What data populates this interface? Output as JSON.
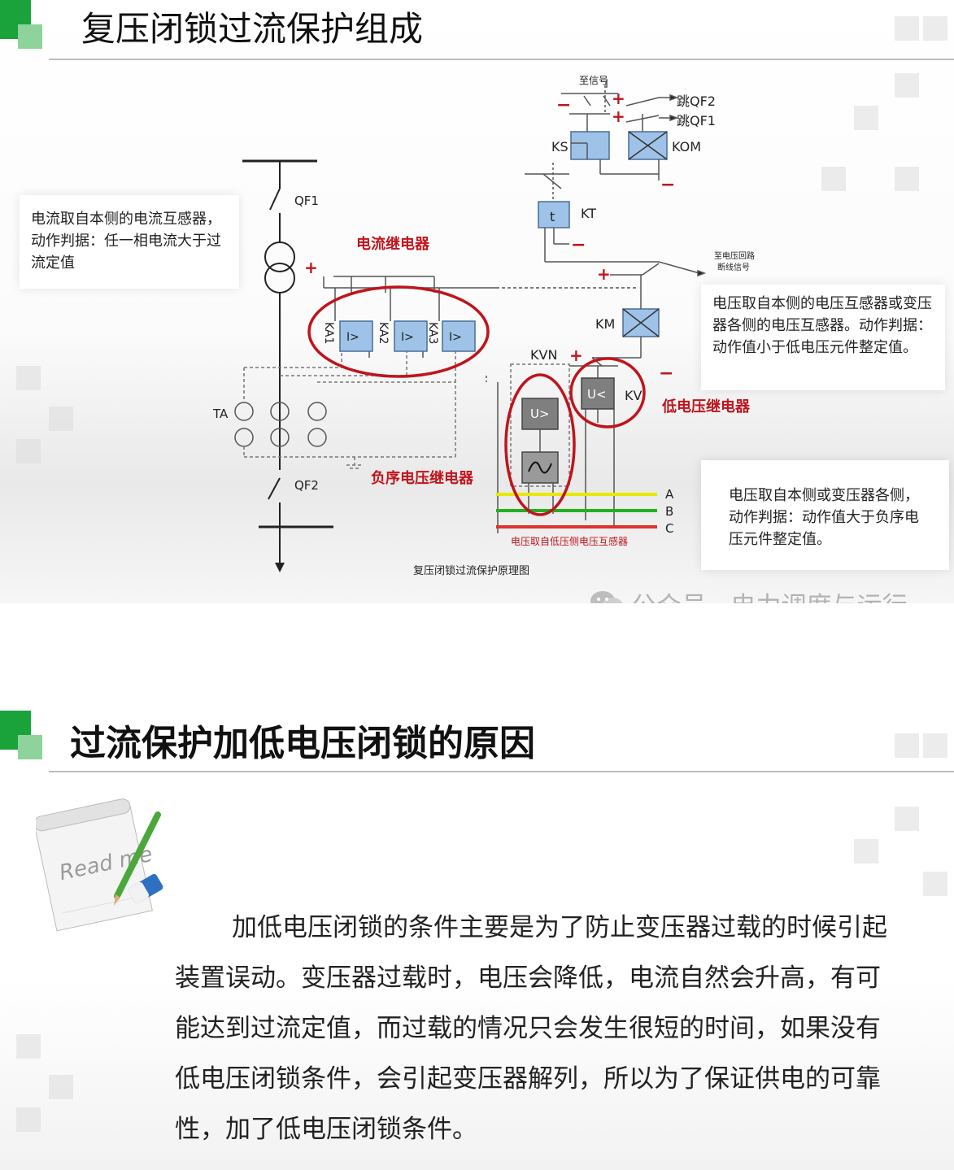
{
  "slide1": {
    "title": "复压闭锁过流保护组成",
    "note_left": "电流取自本侧的电流互感器，动作判据：任一相电流大于过流定值",
    "note_right_top": "电压取自本侧的电压互感器或变压器各侧的电压互感器。动作判据：动作值小于低电压元件整定值。",
    "note_right_bottom": "电压取自本侧或变压器各侧，动作判据：动作值大于负序电压元件整定值。",
    "diagram": {
      "signal_top": "至信号",
      "trip_qf2": "跳QF2",
      "trip_qf1": "跳QF1",
      "ks": "KS",
      "kom": "KOM",
      "kt": "KT",
      "t_symbol": "t",
      "qf1": "QF1",
      "qf2": "QF2",
      "ta": "TA",
      "current_relay_label": "电流继电器",
      "ka1": "KA1",
      "ka2": "KA2",
      "ka3": "KA3",
      "i_symbol": "I>",
      "to_voltage_circuit_line1": "至电压回路",
      "to_voltage_circuit_line2": "断线信号",
      "km": "KM",
      "kvn": "KVN",
      "kv": "KV",
      "u_greater": "U>",
      "u_less": "U<",
      "low_voltage_relay_label": "低电压继电器",
      "neg_seq_relay_label": "负序电压继电器",
      "phase_a": "A",
      "phase_b": "B",
      "phase_c": "C",
      "pt_label": "电压取自低压侧电压互感器",
      "caption": "复压闭锁过流保护原理图",
      "plus": "+",
      "minus": "−"
    },
    "watermark": "公众号 · 电力调度与运行"
  },
  "slide2": {
    "title": "过流保护加低电压闭锁的原因",
    "read_me": "Read me",
    "paragraph": "加低电压闭锁的条件主要是为了防止变压器过载的时候引起装置误动。变压器过载时，电压会降低，电流自然会升高，有可能达到过流定值，而过载的情况只会发生很短的时间，如果没有低电压闭锁条件，会引起变压器解列，所以为了保证供电的可靠性，加了低电压闭锁条件。"
  },
  "colors": {
    "accent_green": "#1aa33a",
    "highlight_red": "#c0141c",
    "relay_blue": "#9fc3e8",
    "relay_gray": "#808080",
    "phase_a": "#e8e800",
    "phase_b": "#22b022",
    "phase_c": "#e03030"
  }
}
